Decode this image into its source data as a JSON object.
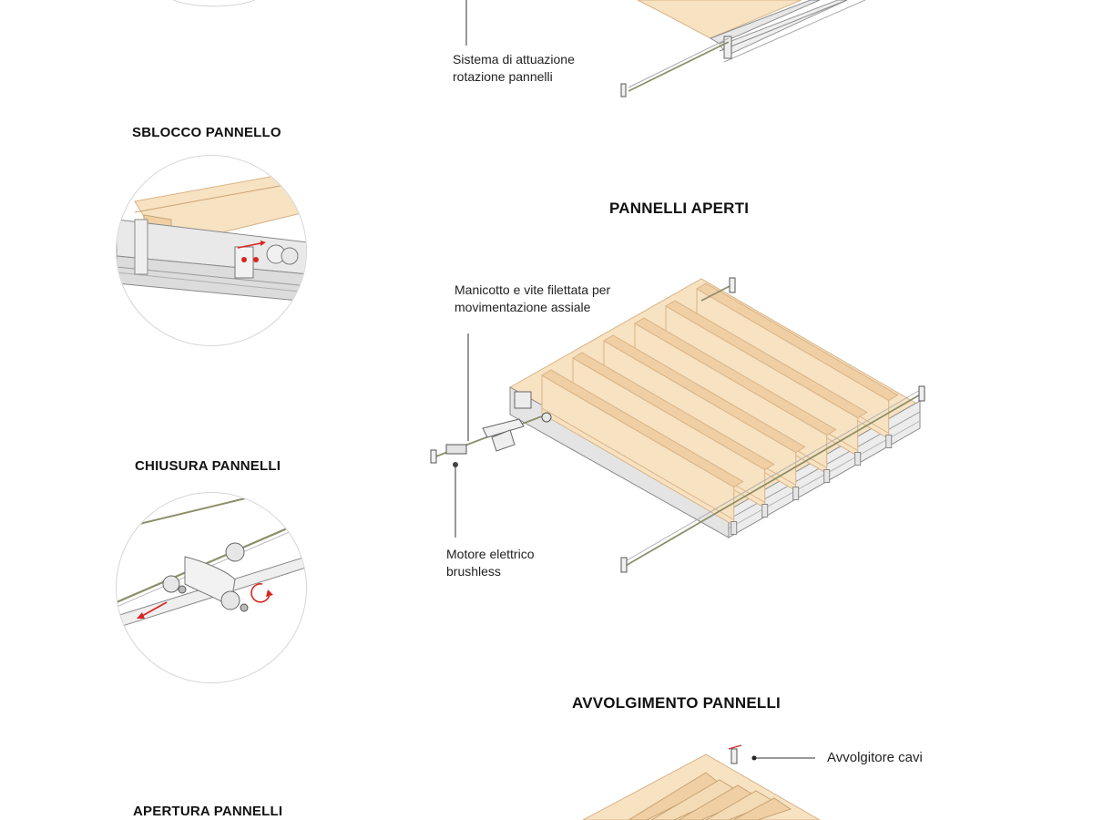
{
  "left_column": {
    "step1_title": "SBLOCCO PANNELLO",
    "step2_title": "CHIUSURA PANNELLI",
    "step3_title": "APERTURA PANNELLI"
  },
  "right_column": {
    "top_callout": [
      "Sistema di attuazione",
      "rotazione pannelli"
    ],
    "open_title": "PANNELLI APERTI",
    "sleeve_callout": [
      "Manicotto e vite filettata per",
      "movimentazione assiale"
    ],
    "motor_callout": [
      "Motore elettrico",
      "brushless"
    ],
    "roll_title": "AVVOLGIMENTO PANNELLI",
    "winder_callout": "Avvolgitore cavi"
  },
  "colors": {
    "wood_light": "#f7e2c2",
    "wood_mid": "#efcfa3",
    "wood_edge": "#d9b487",
    "steel": "#e6e6e6",
    "steel_line": "#8a8a8a",
    "cable": "#8d8f6a",
    "arrow_red": "#d9251d"
  }
}
